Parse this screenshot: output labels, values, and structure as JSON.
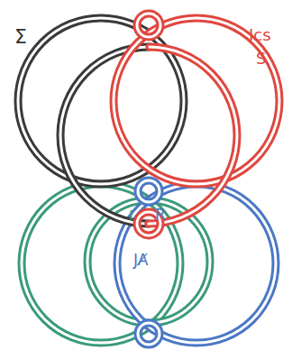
{
  "diagram": {
    "labels": [
      "Σ",
      "Ics",
      "S",
      "I",
      "R",
      "JA̸"
    ]
  }
}
